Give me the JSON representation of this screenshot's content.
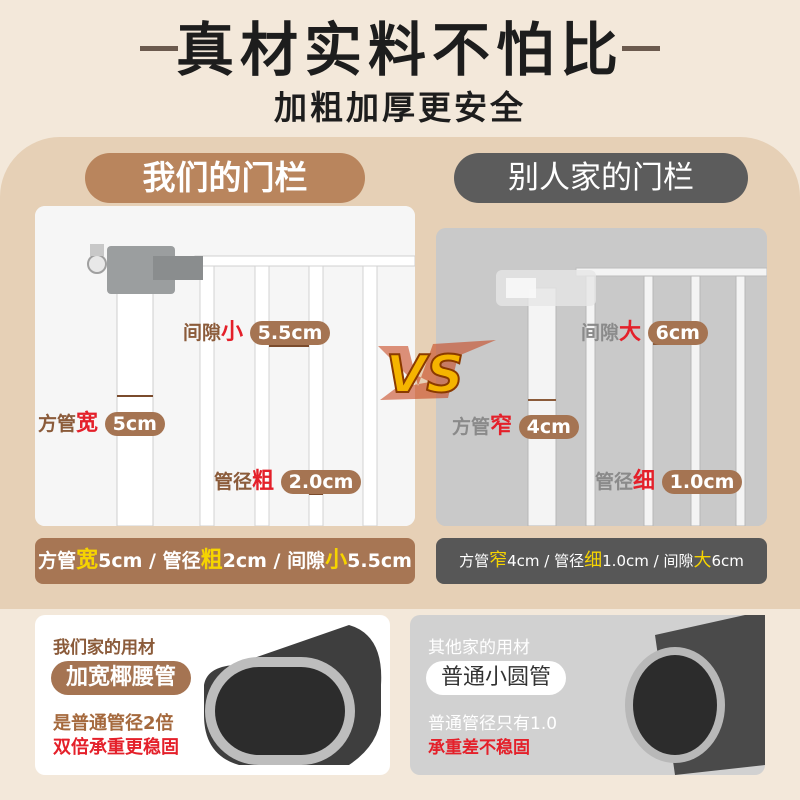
{
  "header": {
    "title": "真材实料不怕比",
    "subtitle": "加粗加厚更安全"
  },
  "ours": {
    "label": "我们的门栏",
    "gap_label": "间隙",
    "gap_word": "小",
    "gap_value": "5.5cm",
    "tube_label": "方管",
    "tube_word": "宽",
    "tube_value": "5cm",
    "pipe_label": "管径",
    "pipe_word": "粗",
    "pipe_value": "2.0cm",
    "strip": {
      "p1": "方管",
      "w1": "宽",
      "v1": "5cm /",
      "p2": "管径",
      "w2": "粗",
      "v2": "2cm /",
      "p3": "间隙",
      "w3": "小",
      "v3": "5.5cm"
    }
  },
  "theirs": {
    "label": "别人家的门栏",
    "gap_label": "间隙",
    "gap_word": "大",
    "gap_value": "6cm",
    "tube_label": "方管",
    "tube_word": "窄",
    "tube_value": "4cm",
    "pipe_label": "管径",
    "pipe_word": "细",
    "pipe_value": "1.0cm",
    "strip": {
      "p1": "方管",
      "w1": "窄",
      "v1": "4cm /",
      "p2": "管径",
      "w2": "细",
      "v2": "1.0cm /",
      "p3": "间隙",
      "w3": "大",
      "v3": "6cm"
    }
  },
  "vs": "VS",
  "material_ours": {
    "caption": "我们家的用材",
    "pill": "加宽椰腰管",
    "line1": "是普通管径2倍",
    "line2": "双倍承重更稳固"
  },
  "material_theirs": {
    "caption": "其他家的用材",
    "pill": "普通小圆管",
    "line1": "普通管径只有1.0",
    "line2": "承重差不稳固"
  },
  "colors": {
    "brown": "#a57452",
    "red": "#e4202a",
    "yellow": "#f6d400",
    "grey": "#5c5c5c"
  }
}
